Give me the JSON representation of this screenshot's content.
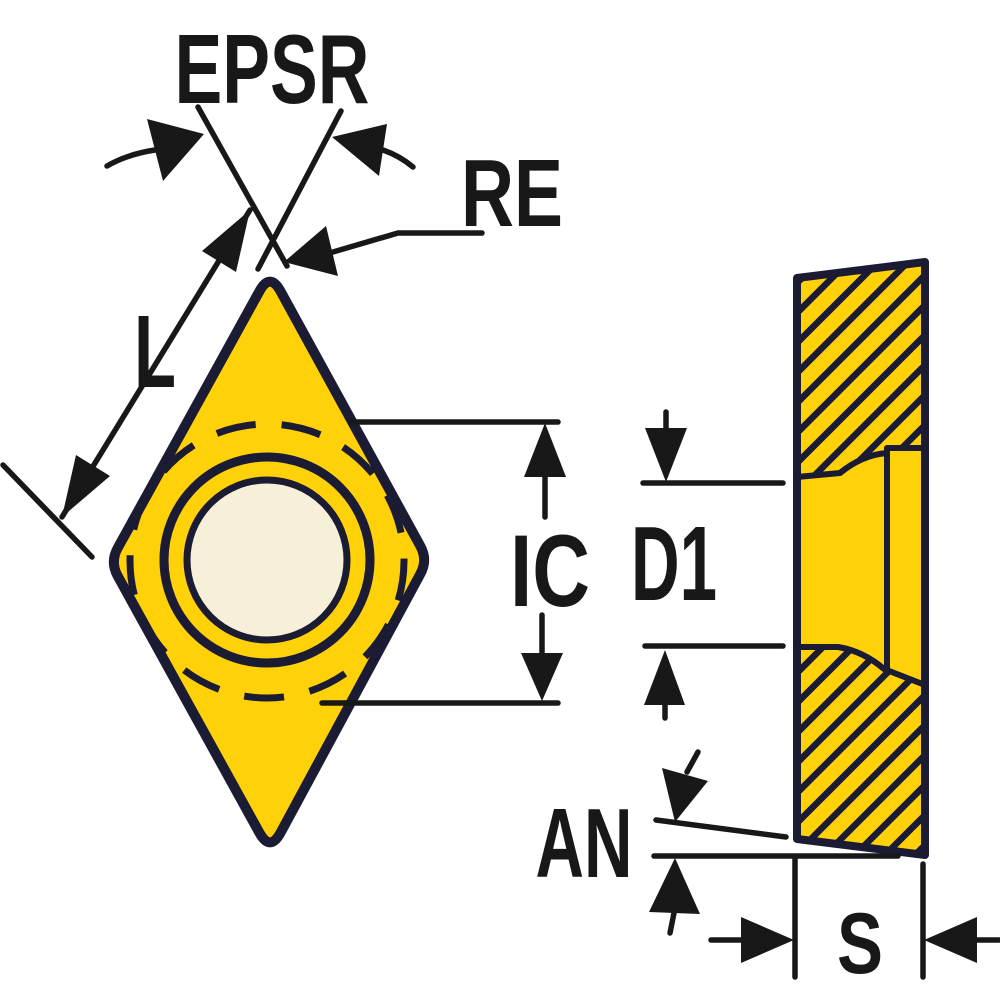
{
  "diagram": {
    "labels": {
      "epsr": "EPSR",
      "re": "RE",
      "l": "L",
      "ic": "IC",
      "d1": "D1",
      "an": "AN",
      "s": "S"
    },
    "colors": {
      "insert_yellow": "#ffd108",
      "outline_navy": "#1b1b34",
      "hole_cream": "#f7f0d9",
      "dimension_black": "#181818",
      "background": "#ffffff"
    }
  }
}
